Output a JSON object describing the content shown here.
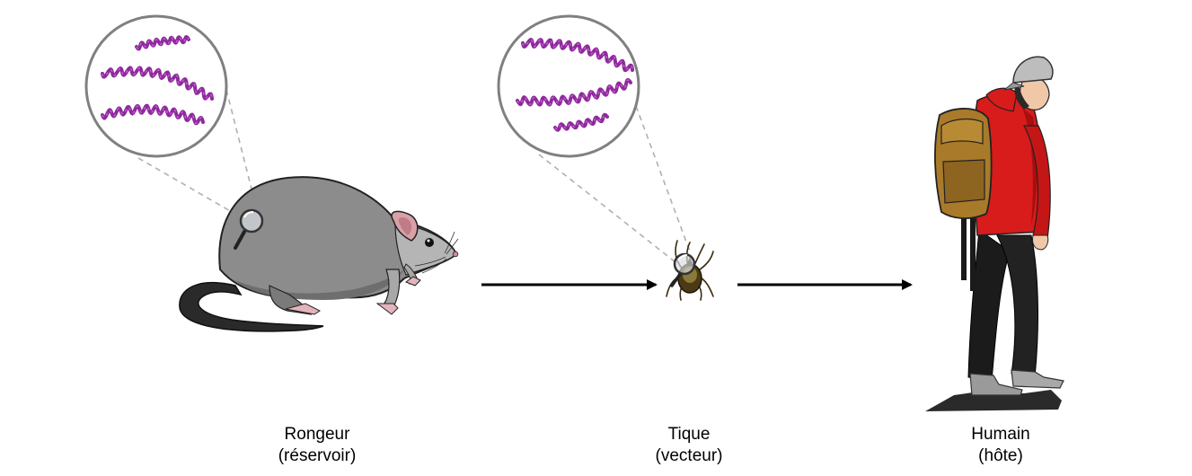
{
  "stages": [
    {
      "id": "rongeur",
      "name": "Rongeur",
      "role": "(réservoir)"
    },
    {
      "id": "tique",
      "name": "Tique",
      "role": "(vecteur)"
    },
    {
      "id": "humain",
      "name": "Humain",
      "role": "(hôte)"
    }
  ],
  "colors": {
    "spirochete": "#8e2a9c",
    "spirochete_light": "#c65ad6",
    "rodent_body": "#8a8a8a",
    "rodent_ear": "#d9a0a8",
    "jacket": "#d81b1b",
    "backpack": "#a87a2a",
    "arrow": "#000000",
    "magnifier_ring": "#7a7a7a"
  },
  "icons": [
    "rodent-illustration",
    "tick-illustration",
    "hiker-illustration",
    "magnifier-icon",
    "spirochete-bacteria"
  ]
}
